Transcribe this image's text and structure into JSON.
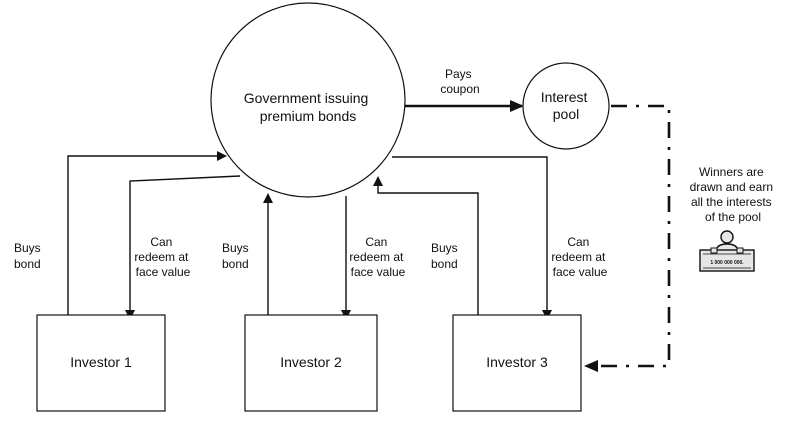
{
  "nodes": {
    "government": {
      "label_lines": [
        "Government issuing",
        "premium bonds"
      ]
    },
    "interest_pool": {
      "label_lines": [
        "Interest",
        "pool"
      ]
    },
    "investor_1": {
      "label": "Investor 1"
    },
    "investor_2": {
      "label": "Investor 2"
    },
    "investor_3": {
      "label": "Investor 3"
    }
  },
  "edges": {
    "pays_coupon": {
      "label_lines": [
        "Pays",
        "coupon"
      ]
    },
    "buys_bond_1": {
      "label_lines": [
        "Buys",
        "bond"
      ]
    },
    "redeem_1": {
      "label_lines": [
        "Can",
        "redeem at",
        "face value"
      ]
    },
    "buys_bond_2": {
      "label_lines": [
        "Buys",
        "bond"
      ]
    },
    "redeem_2": {
      "label_lines": [
        "Can",
        "redeem at",
        "face value"
      ]
    },
    "buys_bond_3": {
      "label_lines": [
        "Buys",
        "bond"
      ]
    },
    "redeem_3": {
      "label_lines": [
        "Can",
        "redeem at",
        "face value"
      ]
    },
    "winners": {
      "label_lines": [
        "Winners are",
        "drawn and earn",
        "all the interests",
        "of the pool"
      ]
    }
  },
  "cheque": {
    "amount": "1 000 000 000."
  },
  "colors": {
    "stroke": "#111111",
    "background": "#ffffff",
    "cheque_fill": "#e6e6e6"
  },
  "icons": {
    "cheque": "winner-cheque-icon"
  }
}
